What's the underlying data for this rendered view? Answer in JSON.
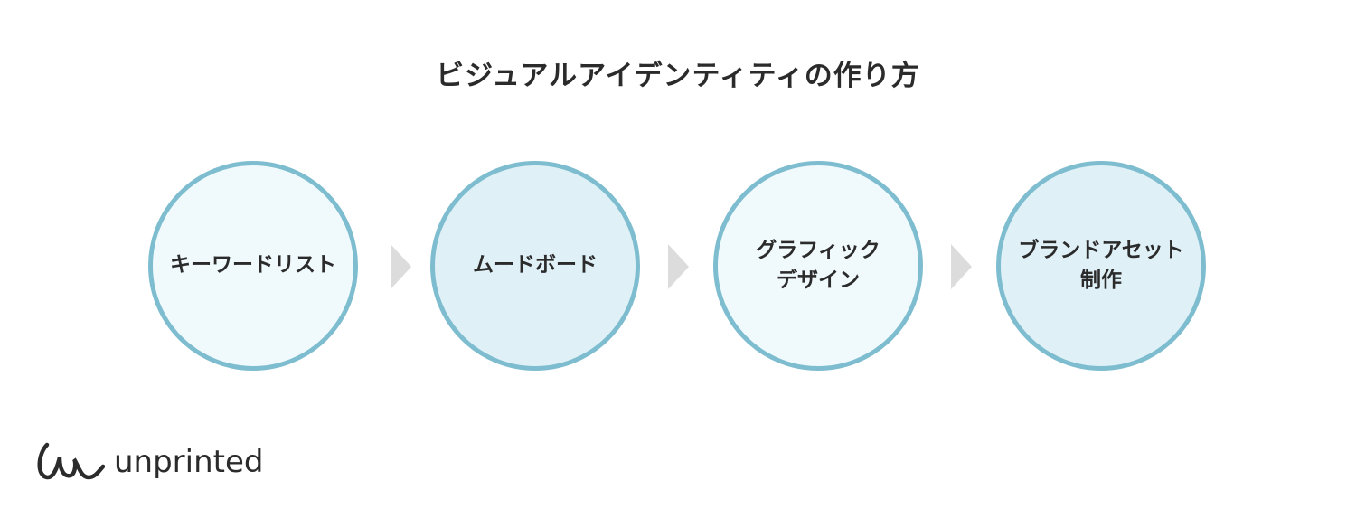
{
  "title": "ビジュアルアイデンティティの作り方",
  "steps": [
    {
      "label": "キーワードリスト"
    },
    {
      "label": "ムードボード"
    },
    {
      "label": "グラフィック\nデザイン"
    },
    {
      "label": "ブランドアセット\n制作"
    }
  ],
  "logo": {
    "text": "unprinted"
  },
  "colors": {
    "border": "#7dbdcf",
    "fill_light": "#f0fafd",
    "fill_dark": "#dff0f6",
    "arrow": "#dcdcdc"
  }
}
